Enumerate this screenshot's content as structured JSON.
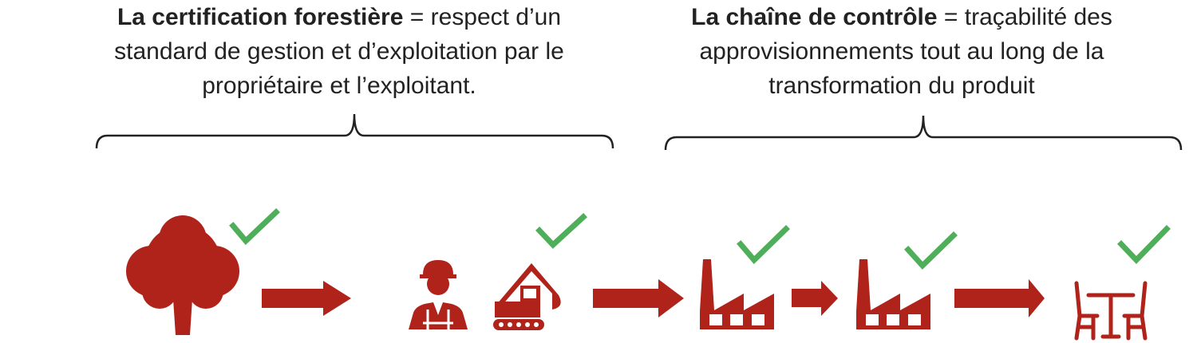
{
  "captions": [
    {
      "term": "La certification forestière",
      "definition": " = respect d’un standard de gestion et d’exploitation par le propriétaire et l’exploitant."
    },
    {
      "term": "La chaîne de contrôle",
      "definition": " = traçabilité des approvisionnements tout au long de la transformation du produit"
    }
  ],
  "colors": {
    "icon": "#b0231b",
    "check": "#4fae5a",
    "brace": "#222222"
  },
  "steps": [
    "tree-icon",
    "worker-icon",
    "excavator-icon",
    "factory-icon",
    "factory-icon",
    "furniture-icon"
  ]
}
